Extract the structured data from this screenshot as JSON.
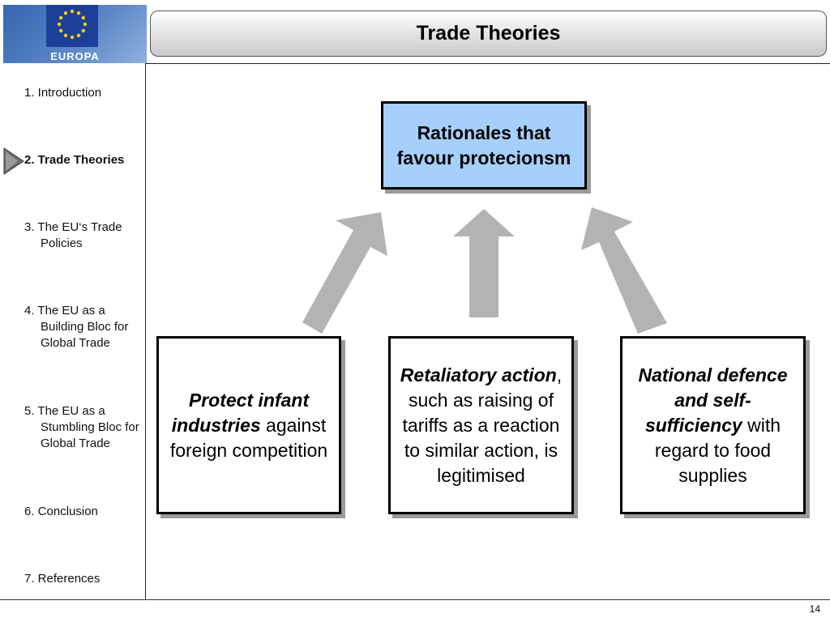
{
  "logo": {
    "text": "EUROPA"
  },
  "header": {
    "title": "Trade Theories"
  },
  "sidebar": {
    "items": [
      {
        "label": "1. Introduction",
        "active": false
      },
      {
        "label": "2. Trade Theories",
        "active": true
      },
      {
        "label": "3. The EU‘s Trade Policies",
        "active": false
      },
      {
        "label": "4. The EU as a Building Bloc for Global Trade",
        "active": false
      },
      {
        "label": "5. The EU as a Stumbling Bloc for Global Trade",
        "active": false
      },
      {
        "label": "6. Conclusion",
        "active": false
      },
      {
        "label": "7. References",
        "active": false
      }
    ]
  },
  "diagram": {
    "top_box": "Rationales that favour protecionsm",
    "boxes": [
      {
        "emphasis": "Protect infant industries",
        "rest": " against foreign competition"
      },
      {
        "emphasis": "Retaliatory action",
        "rest": ", such as raising of tariffs as a reaction to similar action, is legitimised"
      },
      {
        "emphasis": "National defence and self-sufficiency",
        "rest": " with regard to food supplies"
      }
    ]
  },
  "footer": {
    "page_number": "14"
  },
  "colors": {
    "top_box_fill": "#a6cffb",
    "arrow": "#b3b3b3",
    "logo_blue": "#3566b0"
  }
}
